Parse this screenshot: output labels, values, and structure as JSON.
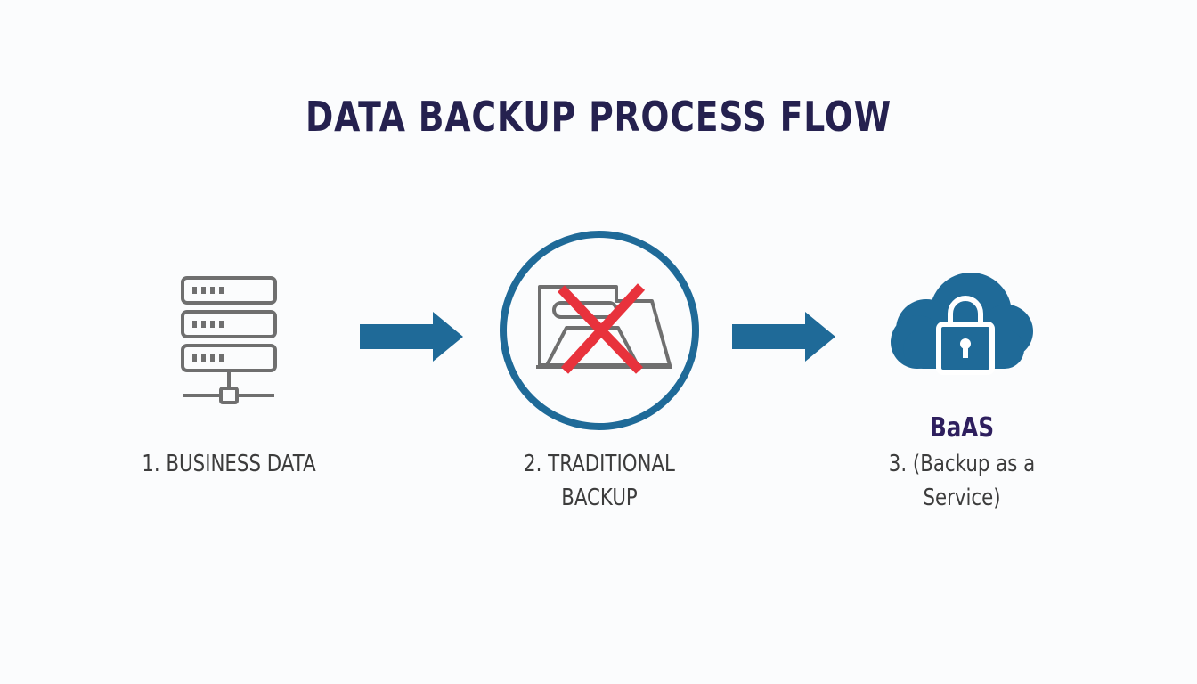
{
  "title": "DATA BACKUP PROCESS FLOW",
  "colors": {
    "title": "#25214f",
    "accent_blue": "#1f6a98",
    "icon_gray": "#6f6f6f",
    "cross_red": "#e8323c",
    "label_gray": "#3c3c3c",
    "baas_label": "#2e1f5e"
  },
  "stages": [
    {
      "icon": "server-rack-icon",
      "label_lines": [
        "1. BUSINESS DATA"
      ]
    },
    {
      "icon": "crossed-out-disk-drive-icon",
      "label_lines": [
        "2. TRADITIONAL",
        "BACKUP"
      ]
    },
    {
      "icon": "cloud-lock-icon",
      "heading": "BaAS",
      "label_lines": [
        "3. (Backup as a",
        "Service)"
      ]
    }
  ],
  "connectors": [
    "arrow-right-icon",
    "arrow-right-icon"
  ]
}
